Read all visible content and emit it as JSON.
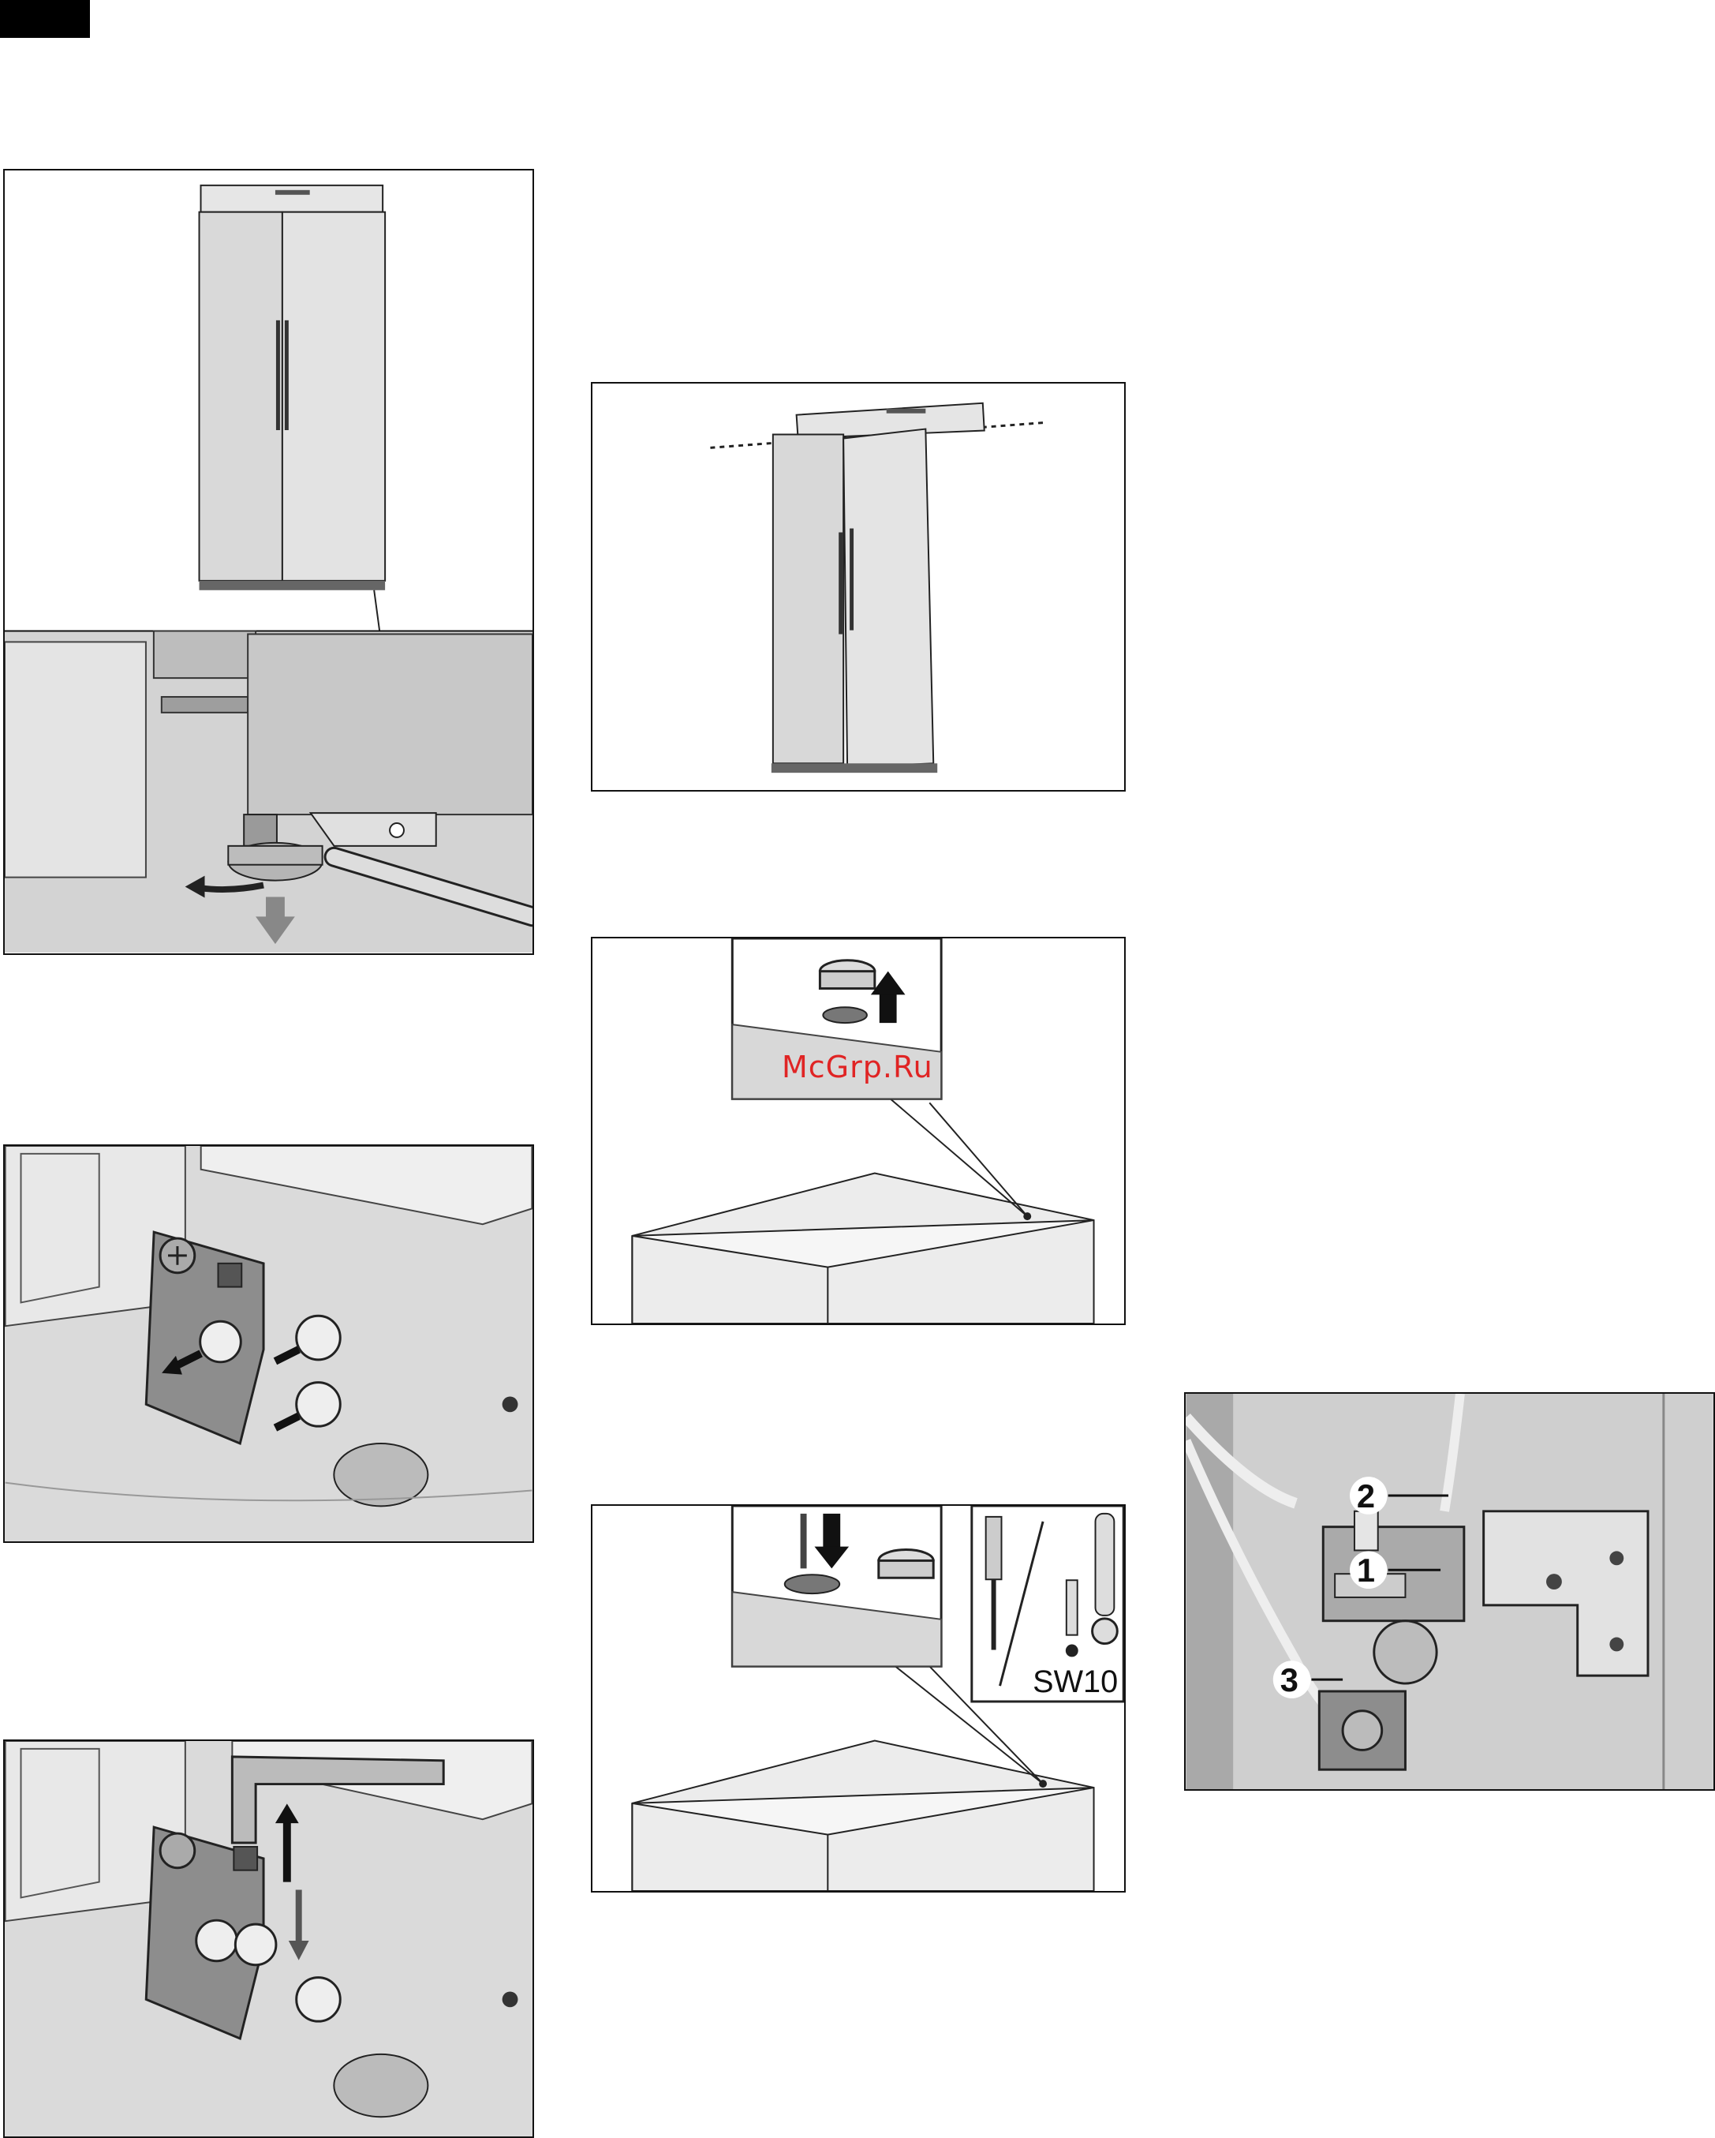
{
  "watermark": "McGrp.Ru",
  "tool_label": "SW10",
  "callouts": [
    "1",
    "2",
    "3"
  ]
}
